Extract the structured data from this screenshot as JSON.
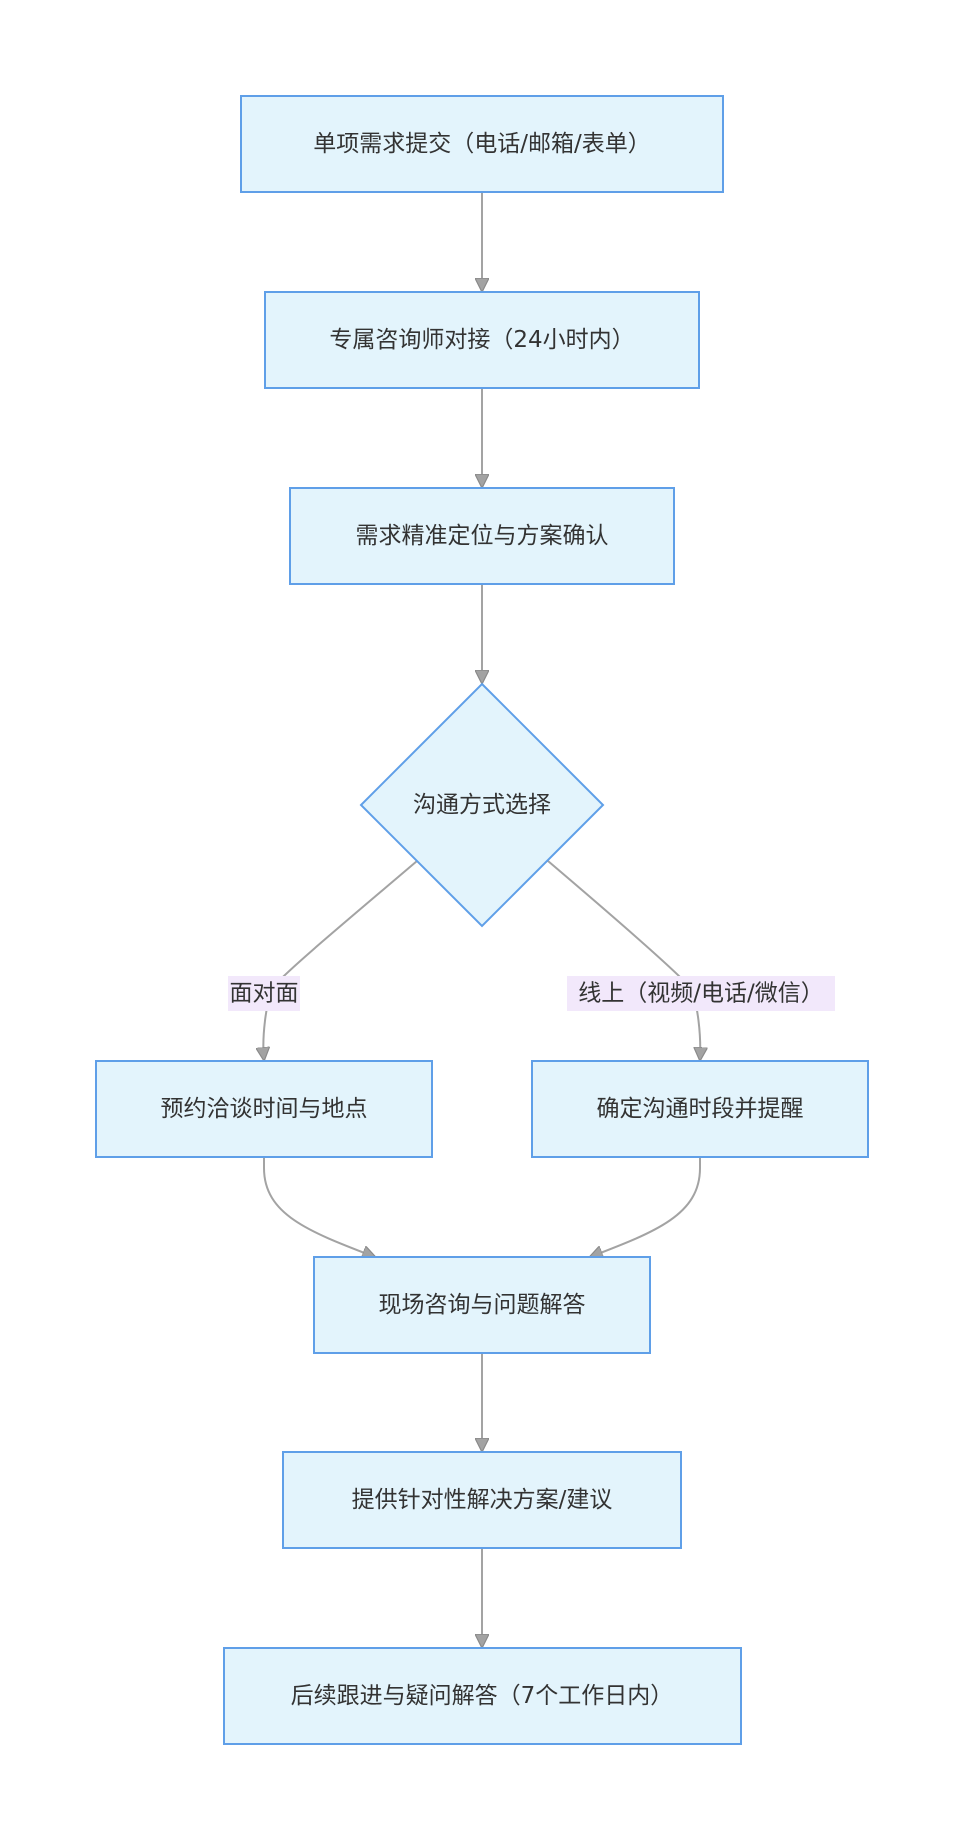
{
  "flowchart": {
    "nodes": {
      "submit": "单项需求提交（电话/邮箱/表单）",
      "consultant": "专属咨询师对接（24小时内）",
      "confirm": "需求精准定位与方案确认",
      "choice": "沟通方式选择",
      "appointment": "预约洽谈时间与地点",
      "schedule": "确定沟通时段并提醒",
      "onsite": "现场咨询与问题解答",
      "solution": "提供针对性解决方案/建议",
      "followup": "后续跟进与疑问解答（7个工作日内）"
    },
    "edge_labels": {
      "face_to_face": "面对面",
      "online": "线上（视频/电话/微信）"
    }
  }
}
